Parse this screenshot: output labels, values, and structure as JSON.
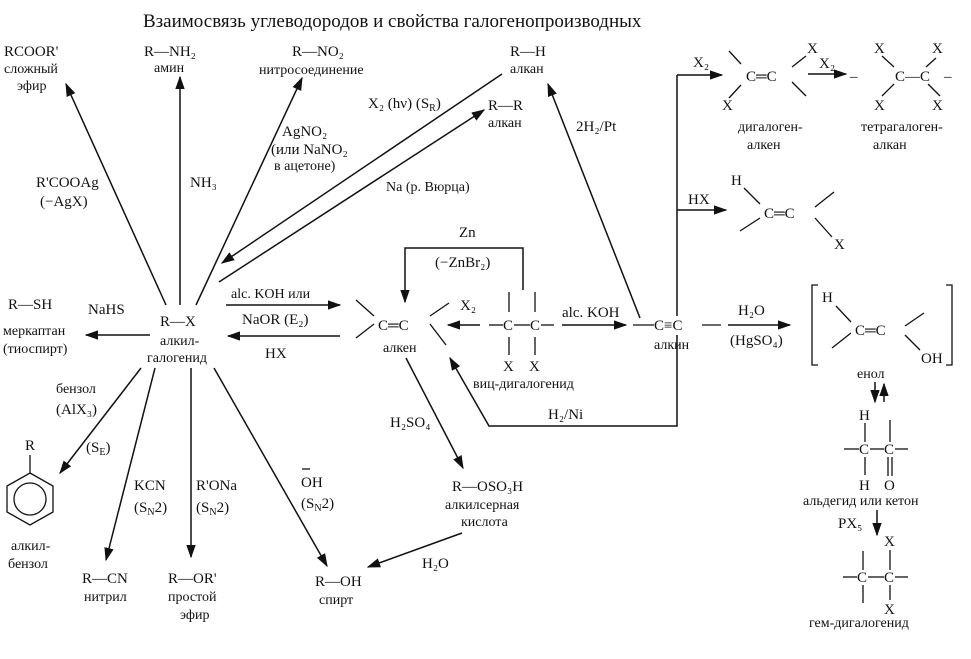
{
  "title": "Взаимосвязь углеводородов и свойства галогенопроизводных",
  "center": {
    "formula": "R—X",
    "name1": "алкил-",
    "name2": "галогенид"
  },
  "nodes": {
    "ester": {
      "formula": "RCOOR'",
      "name1": "сложный",
      "name2": "эфир"
    },
    "amine": {
      "formula": "R—NH₂",
      "name": "амин"
    },
    "nitro": {
      "formula": "R—NO₂",
      "name": "нитросоединение"
    },
    "alkane_rh": {
      "formula": "R—H",
      "name": "алкан"
    },
    "alkane_rr": {
      "formula": "R—R",
      "name": "алкан"
    },
    "thiol": {
      "formula": "R—SH",
      "name1": "меркаптан",
      "name2": "(тиоспирт)"
    },
    "alkylbenzene": {
      "substituent": "R",
      "name1": "алкил-",
      "name2": "бензол"
    },
    "nitrile": {
      "formula": "R—CN",
      "name": "нитрил"
    },
    "ether": {
      "formula": "R—OR'",
      "name1": "простой",
      "name2": "эфир"
    },
    "alcohol": {
      "formula": "R—OH",
      "name": "спирт"
    },
    "alkylsulfuric": {
      "formula": "R—OSO₃H",
      "name1": "алкилсерная",
      "name2": "кислота"
    },
    "alkene": {
      "formula": "C═C",
      "name": "алкен"
    },
    "vic_dihalide": {
      "c1": "C",
      "c2": "C",
      "x1": "X",
      "x2": "X",
      "name": "виц-дигалогенид"
    },
    "alkyne": {
      "formula": "C≡C",
      "name": "алкин"
    },
    "dihaloalkene": {
      "formula": "C═C",
      "x": "X",
      "name1": "дигалоген-",
      "name2": "алкен"
    },
    "tetrahaloalkane": {
      "formula": "C—C",
      "x": "X",
      "name1": "тетрагалоген-",
      "name2": "алкан"
    },
    "haloalkene": {
      "formula": "C═C",
      "h": "H",
      "x": "X"
    },
    "enol": {
      "formula": "C═C",
      "h": "H",
      "oh": "OH",
      "name": "енол"
    },
    "carbonyl": {
      "c": "C",
      "h": "H",
      "o": "O",
      "name": "альдегид или кетон"
    },
    "gem_dihalide": {
      "c": "C",
      "x": "X",
      "name": "гем-дигалогенид"
    }
  },
  "reagents": {
    "r_cooag": "R'COOAg",
    "minus_agx": "(−AgX)",
    "nh3": "NH₃",
    "agno2": "AgNO₂",
    "or_nano2": "(или NaNO₂",
    "in_acetone": "в ацетоне)",
    "x2_hv": "X₂ (hν) (S",
    "x2_hv_sub": "R",
    "x2_hv_end": ")",
    "wurtz": "Na (р. Вюрца)",
    "h2_pt": "2H₂/Pt",
    "nahs": "NaHS",
    "alc_koh_or": "alc. KOH или",
    "naor_e2": "NaOR (E₂)",
    "hx_back": "HX",
    "zn": "Zn",
    "minus_znbr2": "(−ZnBr₂)",
    "x2_vic": "X₂",
    "alc_koh": "alc. KOH",
    "x2_alkyne": "X₂",
    "x2_second": "X₂",
    "hx_alkyne": "HX",
    "h2o_hydration": "H₂O",
    "hgso4": "(HgSO₄)",
    "h2_ni": "H₂/Ni",
    "benzene": "бензол",
    "alx3": "(AlX₃)",
    "se": "(S",
    "se_sub": "E",
    "kcn": "KCN",
    "sn2_a": "(S",
    "sn2_sub": "N",
    "sn2_end": "2)",
    "r_ona": "R'ONa",
    "oh_minus": "OH",
    "h2so4": "H₂SO₄",
    "h2o_hydrolysis": "H₂O",
    "px5": "PX₅"
  }
}
